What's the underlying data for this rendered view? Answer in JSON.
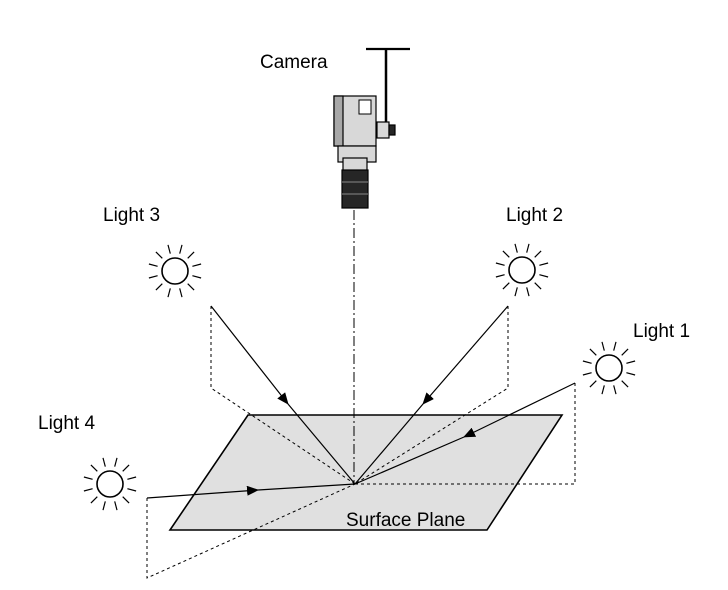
{
  "colors": {
    "stroke": "#000000",
    "plane_fill": "#e0e0e0",
    "camera_light": "#d8d8d8",
    "camera_mid": "#a8a8a8",
    "camera_dark": "#262626",
    "background": "#ffffff"
  },
  "labels": {
    "camera": "Camera",
    "light1": "Light 1",
    "light2": "Light 2",
    "light3": "Light 3",
    "light4": "Light 4",
    "surface": "Surface Plane"
  },
  "icons": {
    "light": "sun-icon",
    "camera": "camera-icon"
  }
}
